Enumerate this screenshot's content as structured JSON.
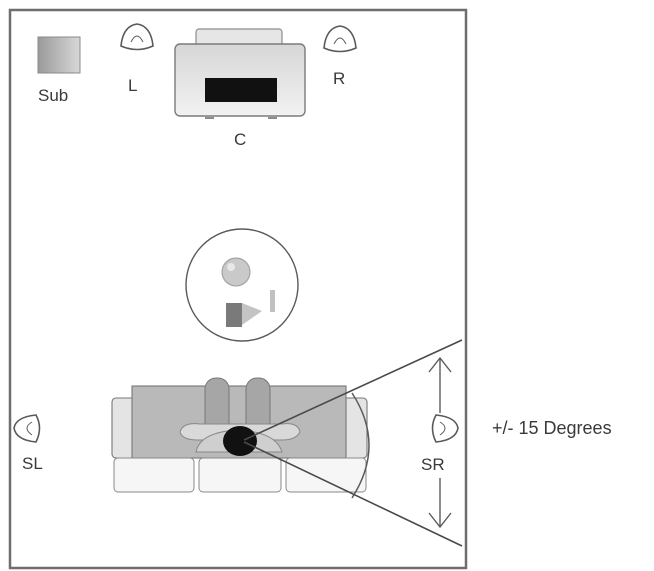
{
  "labels": {
    "sub": "Sub",
    "left": "L",
    "right": "R",
    "center": "C",
    "surround_left": "SL",
    "surround_right": "SR",
    "angle": "+/- 15 Degrees"
  },
  "colors": {
    "outline": "#5a5a5a",
    "room_border": "#6e6e6e",
    "sofa_fill": "#b9b9b9",
    "sofa_light": "#e4e4e4",
    "screen": "#111111",
    "text": "#3a3a3a"
  },
  "icons": {
    "speaker": "speaker-icon",
    "subwoofer": "subwoofer-icon",
    "tv": "tv-icon",
    "sofa": "sofa-icon",
    "listener": "listener-icon",
    "coffee_table": "coffee-table-icon"
  }
}
